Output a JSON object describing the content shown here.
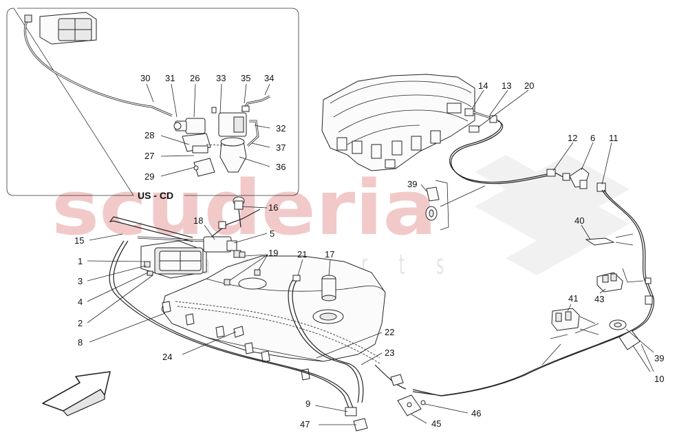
{
  "inset": {
    "title": "US - CD"
  },
  "watermark": {
    "main": "scuderia",
    "sub": "c a r p a r t s"
  },
  "callouts": {
    "n1": "1",
    "n2": "2",
    "n3": "3",
    "n4": "4",
    "n5": "5",
    "n6": "6",
    "n8": "8",
    "n9": "9",
    "n10": "10",
    "n11": "11",
    "n12": "12",
    "n13": "13",
    "n14": "14",
    "n15": "15",
    "n16": "16",
    "n17": "17",
    "n18": "18",
    "n19": "19",
    "n20": "20",
    "n21": "21",
    "n22": "22",
    "n23": "23",
    "n24": "24",
    "n26": "26",
    "n27": "27",
    "n28": "28",
    "n29": "29",
    "n30": "30",
    "n31": "31",
    "n32": "32",
    "n33": "33",
    "n34": "34",
    "n35": "35",
    "n36": "36",
    "n37": "37",
    "n39a": "39",
    "n39b": "39",
    "n40": "40",
    "n41": "41",
    "n43": "43",
    "n45": "45",
    "n46": "46",
    "n47": "47"
  },
  "icons": {
    "direction": "front-direction-arrow-icon"
  },
  "colors": {
    "line": "#222222",
    "watermark_red": "#f2c9c9",
    "watermark_grey": "#e4e4e4"
  }
}
